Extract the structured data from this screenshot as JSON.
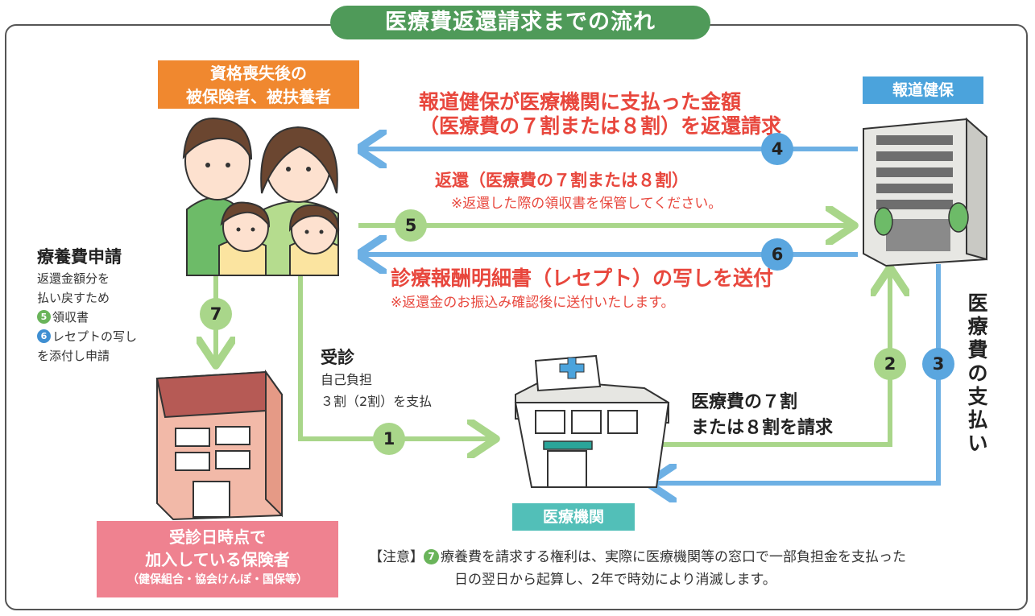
{
  "title": "医療費返還請求までの流れ",
  "nodes": {
    "former_insured": {
      "line1": "資格喪失後の",
      "line2": "被保険者、被扶養者"
    },
    "insurer": "報道健保",
    "hospital": "医療機関",
    "current_insurer": {
      "line1": "受診日時点で",
      "line2": "加入している保険者",
      "note": "（健保組合・協会けんぽ・国保等）"
    }
  },
  "steps": {
    "s1": {
      "heading": "受診",
      "line1": "自己負担",
      "line2": "３割（2割）を支払"
    },
    "s2": {
      "line1": "医療費の７割",
      "line2": "または８割を請求"
    },
    "s3": {
      "chars": [
        "医",
        "療",
        "費",
        "の",
        "支",
        "払",
        "い"
      ]
    },
    "s4": {
      "line1": "報道健保が医療機関に支払った金額",
      "line2": "（医療費の７割または８割）を返還請求"
    },
    "s5": {
      "line1": "返還（医療費の７割または８割）",
      "note": "※返還した際の領収書を保管してください。"
    },
    "s6": {
      "line1": "診療報酬明細書（レセプト）の写しを送付",
      "note": "※返還金のお振込み確認後に送付いたします。"
    },
    "s7": {
      "heading": "療養費申請",
      "line1": "返還金額分を",
      "line2": "払い戻すため",
      "badge1": "5",
      "item1": "領収書",
      "badge2": "6",
      "item2": "レセプトの写し",
      "item2_cont": "を添付し申請"
    }
  },
  "numbers": {
    "n1": "1",
    "n2": "2",
    "n3": "3",
    "n4": "4",
    "n5": "5",
    "n6": "6",
    "n7": "7"
  },
  "note": {
    "label": "【注意】",
    "badge": "7",
    "line1": "療養費を請求する権利は、実際に医療機関等の窓口で一部負担金を支払った",
    "line2": "日の翌日から起算し、2年で時効により消滅します。"
  },
  "colors": {
    "title_green": "#4f9a59",
    "orange": "#f0882f",
    "blue": "#4ba3dc",
    "teal": "#52bfb8",
    "pink": "#ef8290",
    "red_text": "#e8473d",
    "arrow_green": "#a9d68a",
    "arrow_blue": "#6db0e4"
  }
}
